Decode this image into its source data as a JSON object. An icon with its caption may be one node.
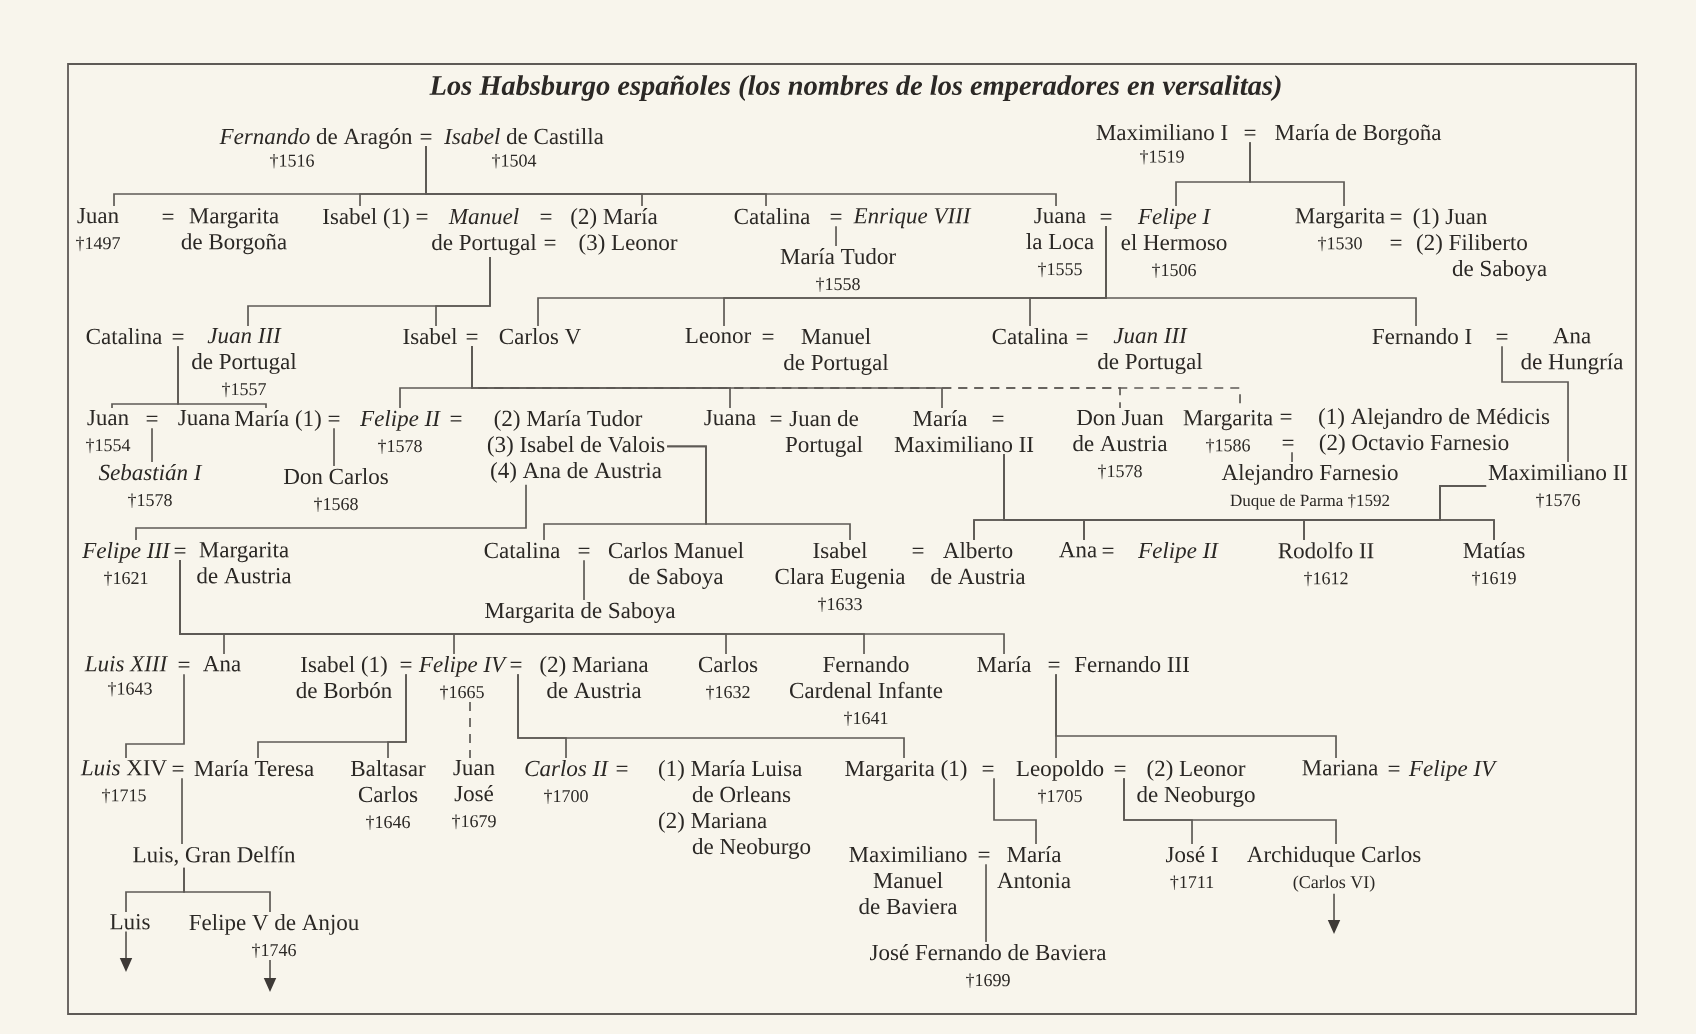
{
  "diagram": {
    "title": "Los Habsburgo españoles (los nombres de los emperadores en versalitas)",
    "nodes": [
      {
        "text": [
          "="
        ]
      },
      {
        "text": [
          "="
        ]
      },
      {
        "text": [
          "Juan",
          "†1497"
        ]
      },
      {
        "text": [
          "Isabel (1)"
        ]
      },
      {
        "text": [
          "*Manuel* de Portugal"
        ]
      },
      {
        "text": [
          "(2) María"
        ]
      },
      {
        "text": [
          "Catalina"
        ]
      },
      {
        "text": [
          "="
        ]
      },
      {
        "text": [
          "Juana la Loca",
          "†1555"
        ]
      },
      {
        "text": [
          "="
        ]
      },
      {
        "text": [
          "*Felipe I* el Hermoso",
          "†1506"
        ]
      },
      {
        "text": [
          "Margarita",
          "†1530"
        ]
      },
      {
        "text": [
          "María Tudor",
          "†1558"
        ]
      },
      {
        "text": [
          "="
        ]
      },
      {
        "text": [
          "*Juan III* de Portugal",
          "†1557"
        ]
      },
      {
        "text": [
          "Isabel"
        ]
      },
      {
        "text": [
          "="
        ]
      },
      {
        "text": [
          "Carlos V"
        ]
      },
      {
        "text": [
          "Leonor"
        ]
      },
      {
        "text": [
          "Catalina"
        ]
      },
      {
        "text": [
          "Fernando I"
        ]
      },
      {
        "text": [
          "="
        ]
      },
      {
        "text": [
          "Juan",
          "†1554"
        ]
      },
      {
        "text": [
          "="
        ]
      },
      {
        "text": [
          "María (1)"
        ]
      },
      {
        "text": [
          "="
        ]
      },
      {
        "text": [
          "Felipe II",
          "†1578"
        ]
      },
      {
        "text": [
          "(3) Isabel de Valois"
        ]
      },
      {
        "text": [
          "Juana"
        ]
      },
      {
        "text": [
          "María"
        ]
      },
      {
        "text": [
          "Don Juan de Austria",
          "†1578"
        ]
      },
      {
        "text": [
          "Margarita",
          "†1586"
        ]
      },
      {
        "text": [
          "="
        ]
      },
      {
        "text": [
          "Maximiliano II"
        ]
      },
      {
        "text": [
          "(4) Ana de Austria"
        ]
      },
      {
        "text": [
          "Sebastián I",
          "†1578"
        ]
      },
      {
        "text": [
          "Don Carlos",
          "†1568"
        ]
      },
      {
        "text": [
          "Alejandro Farnesio",
          "Duque de Parma †1592"
        ]
      },
      {
        "text": [
          "Maximiliano II",
          "†1576"
        ]
      },
      {
        "text": [
          "Felipe III",
          "†1621"
        ]
      },
      {
        "text": [
          "="
        ]
      },
      {
        "text": [
          "Catalina"
        ]
      },
      {
        "text": [
          "="
        ]
      },
      {
        "text": [
          "Isabel Clara Eugenia",
          "†1633"
        ]
      },
      {
        "text": [
          "Alberto de Austria"
        ]
      },
      {
        "text": [
          "Ana"
        ]
      },
      {
        "text": [
          "Rodolfo II",
          "†1612"
        ]
      },
      {
        "text": [
          "Matías",
          "†1619"
        ]
      },
      {
        "text": [
          "Margarita de Saboya"
        ]
      },
      {
        "text": [
          "="
        ]
      },
      {
        "text": [
          "Ana"
        ]
      },
      {
        "text": [
          "="
        ]
      },
      {
        "text": [
          "Felipe IV",
          "†1665"
        ]
      },
      {
        "text": [
          "="
        ]
      },
      {
        "text": [
          "Carlos",
          "†1632"
        ]
      },
      {
        "text": [
          "Fernando Cardenal Infante",
          "†1641"
        ]
      },
      {
        "text": [
          "María"
        ]
      },
      {
        "text": [
          "="
        ]
      },
      {
        "text": [
          "*Luis* XIV",
          "†1715"
        ]
      },
      {
        "text": [
          "="
        ]
      },
      {
        "text": [
          "María Teresa"
        ]
      },
      {
        "text": [
          "Baltasar Carlos",
          "†1646"
        ]
      },
      {
        "text": [
          "Juan José",
          "†1679"
        ]
      },
      {
        "text": [
          "Carlos II",
          "†1700"
        ]
      },
      {
        "text": [
          "Margarita (1)"
        ]
      },
      {
        "text": [
          "="
        ]
      },
      {
        "text": [
          "Leopoldo",
          "†1705"
        ]
      },
      {
        "text": [
          "="
        ]
      },
      {
        "text": [
          "Mariana"
        ]
      },
      {
        "text": [
          "Luis, Gran Delfín"
        ]
      },
      {
        "text": [
          "="
        ]
      },
      {
        "text": [
          "María Antonia"
        ]
      },
      {
        "text": [
          "José I",
          "†1711"
        ]
      },
      {
        "text": [
          "Archiduque Carlos",
          "(Carlos VI)"
        ]
      },
      {
        "text": [
          "Luis"
        ]
      },
      {
        "text": [
          "Felipe V de Anjou",
          "†1746"
        ]
      },
      {
        "text": [
          "José Fernando de Baviera",
          "†1699"
        ]
      }
    ],
    "edges": [
      {
        "from": 0,
        "to": 2,
        "arrow": "none"
      },
      {
        "from": 0,
        "to": 3,
        "arrow": "none"
      },
      {
        "from": 0,
        "to": 5,
        "arrow": "none"
      },
      {
        "from": 0,
        "to": 6,
        "arrow": "none"
      },
      {
        "from": 0,
        "to": 8,
        "arrow": "none"
      },
      {
        "from": 1,
        "to": 10,
        "arrow": "none"
      },
      {
        "from": 1,
        "to": 11,
        "arrow": "none"
      },
      {
        "from": 7,
        "to": 12,
        "arrow": "none"
      },
      {
        "from": 9,
        "to": 17,
        "arrow": "none"
      },
      {
        "from": 9,
        "to": 18,
        "arrow": "none"
      },
      {
        "from": 9,
        "to": 19,
        "arrow": "none"
      },
      {
        "from": 9,
        "to": 20,
        "arrow": "none"
      },
      {
        "from": 4,
        "to": 14,
        "arrow": "none"
      },
      {
        "from": 4,
        "to": 15,
        "arrow": "none"
      },
      {
        "from": 13,
        "to": 22,
        "arrow": "none"
      },
      {
        "from": 13,
        "to": 24,
        "arrow": "none"
      },
      {
        "from": 16,
        "to": 26,
        "arrow": "none"
      },
      {
        "from": 16,
        "to": 28,
        "arrow": "none"
      },
      {
        "from": 16,
        "to": 29,
        "arrow": "none"
      },
      {
        "from": 16,
        "to": 30,
        "arrow": "none",
        "style": "dashed"
      },
      {
        "from": 16,
        "to": 31,
        "arrow": "none",
        "style": "dashed"
      },
      {
        "from": 21,
        "to": 38,
        "arrow": "none"
      },
      {
        "from": 23,
        "to": 35,
        "arrow": "none"
      },
      {
        "from": 25,
        "to": 36,
        "arrow": "none"
      },
      {
        "from": 27,
        "to": 41,
        "arrow": "none"
      },
      {
        "from": 27,
        "to": 43,
        "arrow": "none"
      },
      {
        "from": 34,
        "to": 39,
        "arrow": "none"
      },
      {
        "from": 32,
        "to": 37,
        "arrow": "none"
      },
      {
        "from": 33,
        "to": 44,
        "arrow": "none"
      },
      {
        "from": 33,
        "to": 45,
        "arrow": "none"
      },
      {
        "from": 33,
        "to": 46,
        "arrow": "none"
      },
      {
        "from": 33,
        "to": 47,
        "arrow": "none"
      },
      {
        "from": 38,
        "to": 44,
        "arrow": "none"
      },
      {
        "from": 38,
        "to": 45,
        "arrow": "none"
      },
      {
        "from": 38,
        "to": 46,
        "arrow": "none"
      },
      {
        "from": 38,
        "to": 47,
        "arrow": "none"
      },
      {
        "from": 42,
        "to": 48,
        "arrow": "none"
      },
      {
        "from": 40,
        "to": 50,
        "arrow": "none"
      },
      {
        "from": 40,
        "to": 52,
        "arrow": "none"
      },
      {
        "from": 40,
        "to": 54,
        "arrow": "none"
      },
      {
        "from": 40,
        "to": 55,
        "arrow": "none"
      },
      {
        "from": 40,
        "to": 56,
        "arrow": "none"
      },
      {
        "from": 49,
        "to": 58,
        "arrow": "none"
      },
      {
        "from": 51,
        "to": 60,
        "arrow": "none"
      },
      {
        "from": 51,
        "to": 61,
        "arrow": "none"
      },
      {
        "from": 52,
        "to": 62,
        "arrow": "none",
        "style": "dashed"
      },
      {
        "from": 53,
        "to": 63,
        "arrow": "none"
      },
      {
        "from": 53,
        "to": 64,
        "arrow": "none"
      },
      {
        "from": 57,
        "to": 66,
        "arrow": "none"
      },
      {
        "from": 57,
        "to": 68,
        "arrow": "none"
      },
      {
        "from": 59,
        "to": 69,
        "arrow": "none"
      },
      {
        "from": 65,
        "to": 71,
        "arrow": "none"
      },
      {
        "from": 67,
        "to": 72,
        "arrow": "none"
      },
      {
        "from": 67,
        "to": 73,
        "arrow": "none"
      },
      {
        "from": 70,
        "to": 76,
        "arrow": "none"
      },
      {
        "from": 69,
        "to": 74,
        "arrow": "none"
      },
      {
        "from": 69,
        "to": 75,
        "arrow": "none"
      },
      {
        "from": 74,
        "to": null,
        "arrow": "to"
      },
      {
        "from": 75,
        "to": null,
        "arrow": "to"
      },
      {
        "from": 73,
        "to": null,
        "arrow": "to"
      }
    ],
    "labels": [
      "*Fernando* de Aragón",
      "*Isabel* de Castilla",
      "Maximiliano I",
      "María de Borgoña",
      "†1516",
      "†1504",
      "†1519",
      "=",
      "Margarita de Borgoña",
      "=",
      "=",
      "=",
      "(3) Leonor",
      "Enrique VIII",
      "=",
      "(1) Juan",
      "=",
      "(2) Filiberto de Saboya",
      "Catalina",
      "=",
      "Manuel de Portugal",
      "=",
      "*Juan III* de Portugal",
      "Ana de Hungría",
      "Juana",
      "=",
      "(2) María Tudor",
      "=",
      "Juan de Portugal",
      "=",
      "=",
      "(1) Alejandro de Médicis",
      "(2) Octavio Farnesio",
      "Margarita de Austria",
      "Carlos Manuel de Saboya",
      "=",
      "=",
      "Felipe II",
      "Luis XIII",
      "†1643",
      "Isabel (1) de Borbón",
      "(2) Mariana de Austria",
      "Fernando III",
      "=",
      "(1) María Luisa de Orleans",
      "(2) Mariana de Neoburgo",
      "(2) Leonor de Neoburgo",
      "=",
      "Felipe IV",
      "Maximiliano Manuel de Baviera"
    ]
  }
}
